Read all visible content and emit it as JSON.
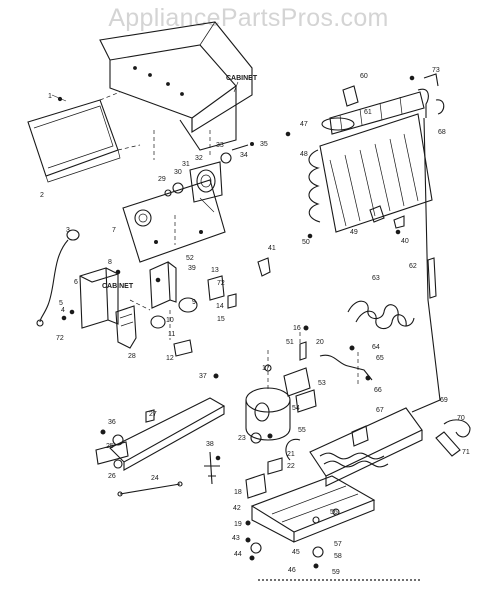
{
  "watermark": "AppliancePartsPros.com",
  "cabinet_labels": [
    "CABINET",
    "CABINET"
  ],
  "callouts": [
    "1",
    "2",
    "3",
    "4",
    "5",
    "6",
    "7",
    "8",
    "9",
    "10",
    "11",
    "12",
    "13",
    "14",
    "15",
    "16",
    "17",
    "18",
    "19",
    "20",
    "21",
    "22",
    "23",
    "24",
    "25",
    "26",
    "27",
    "28",
    "29",
    "30",
    "31",
    "32",
    "33",
    "34",
    "35",
    "36",
    "37",
    "38",
    "39",
    "40",
    "41",
    "42",
    "43",
    "44",
    "45",
    "46",
    "47",
    "48",
    "49",
    "50",
    "51",
    "52",
    "53",
    "54",
    "55",
    "56",
    "57",
    "58",
    "59",
    "60",
    "61",
    "62",
    "63",
    "64",
    "65",
    "66",
    "67",
    "68",
    "69",
    "70",
    "71",
    "72",
    "72",
    "73"
  ]
}
